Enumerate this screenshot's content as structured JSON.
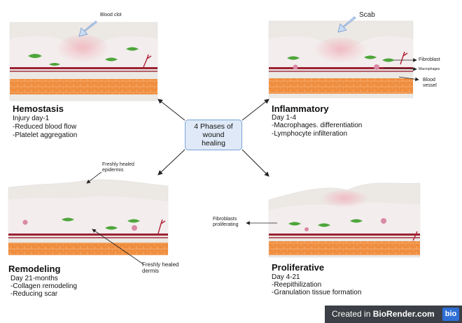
{
  "center": {
    "lines": [
      "4 Phases of",
      "wound",
      "healing"
    ]
  },
  "phases": {
    "hemostasis": {
      "title": "Hemostasis",
      "lines": [
        "Injury day-1",
        "-Reduced blood flow",
        "-Platelet aggregation"
      ]
    },
    "inflammatory": {
      "title": "Inflammatory",
      "lines": [
        "Day 1-4",
        "-Macrophages. differentiation",
        "-Lymphocyte infilteration"
      ]
    },
    "remodeling": {
      "title": "Remodeling",
      "lines": [
        "Day 21-months",
        "-Collagen remodeling",
        "-Reducing scar"
      ]
    },
    "proliferative": {
      "title": "Proliferative",
      "lines": [
        "Day 4-21",
        "-Reepithilization",
        "-Granulation tissue formation"
      ]
    }
  },
  "labels": {
    "blood_clot": "Blood clot",
    "scab": "Scab",
    "fibroblast": "Fibroblast",
    "macrophages": "Macrophages",
    "blood_vessel": [
      "Blood",
      "vessel"
    ],
    "freshly_healed_epidermis": [
      "Freshly healed",
      "epidermis"
    ],
    "freshly_healed_dermis": [
      "Freshly healed",
      "dermis"
    ],
    "fibroblasts_proliferating": [
      "Fibroblasts",
      "proliferating"
    ]
  },
  "footer": {
    "prefix": "Created in ",
    "brand": "BioRender.com",
    "logo": "bio"
  },
  "colors": {
    "epidermis": "#e9e5e0",
    "dermis": "#f4eeee",
    "wound_pink": "#f2b8c0",
    "dermal_line": "#9c2233",
    "muscle": "#ef8d3e",
    "cell_green": "#4ea53a",
    "cell_pink": "#d98aa6",
    "vessel": "#b02135",
    "box_fill": "#dfe9f7",
    "box_border": "#7aa3d8",
    "arrow_blue": "#c9dcf4"
  },
  "icons": [
    "blood-clot-arrow-icon",
    "scab-arrow-icon",
    "bio-logo-icon"
  ]
}
